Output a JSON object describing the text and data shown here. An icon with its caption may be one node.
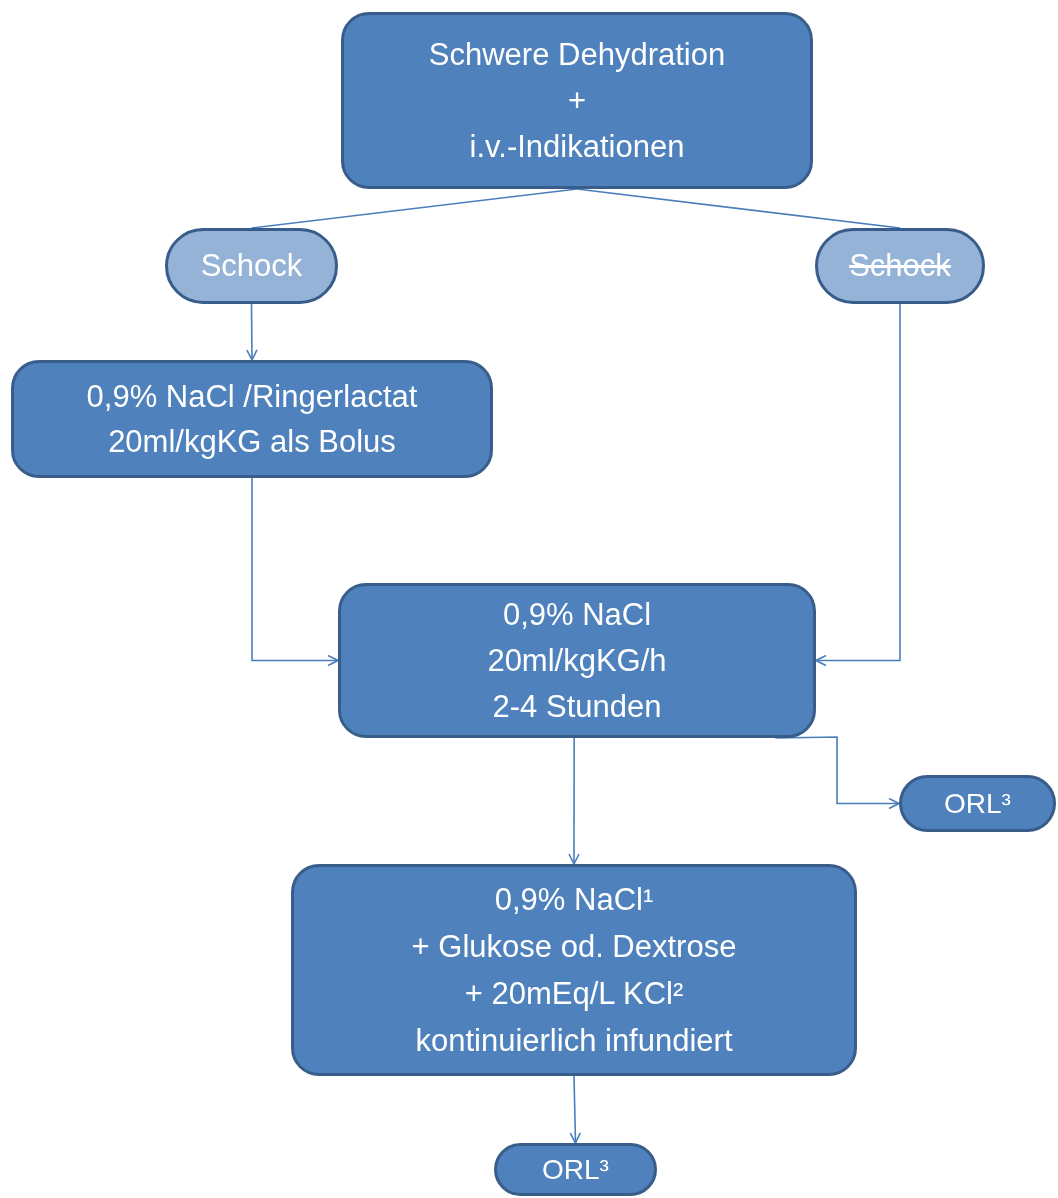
{
  "diagram": {
    "nodes": [
      {
        "text": [
          "Schwere Dehydration",
          "+",
          "i.v.-Indikationen"
        ]
      },
      {
        "text": [
          "Schock"
        ]
      },
      {
        "text": [
          "Schock"
        ]
      },
      {
        "text": [
          "0,9% NaCl /Ringerlactat",
          "20ml/kgKG als Bolus"
        ]
      },
      {
        "text": [
          "0,9% NaCl",
          "20ml/kgKG/h",
          "2-4 Stunden"
        ]
      },
      {
        "text": [
          "ORL³"
        ]
      },
      {
        "text": [
          "0,9% NaCl¹",
          "+ Glukose od. Dextrose",
          "+ 20mEq/L KCl²",
          "kontinuierlich infundiert"
        ]
      },
      {
        "text": [
          "ORL³"
        ]
      }
    ],
    "edges": [
      {
        "from": 0,
        "to": 1,
        "arrow": "none"
      },
      {
        "from": 0,
        "to": 2,
        "arrow": "none"
      },
      {
        "from": 1,
        "to": 3,
        "arrow": "to"
      },
      {
        "from": 3,
        "to": 4,
        "arrow": "to"
      },
      {
        "from": 2,
        "to": 4,
        "arrow": "to"
      },
      {
        "from": 4,
        "to": 6,
        "arrow": "to"
      },
      {
        "from": 4,
        "to": 5,
        "arrow": "to"
      },
      {
        "from": 6,
        "to": 7,
        "arrow": "to"
      }
    ]
  }
}
